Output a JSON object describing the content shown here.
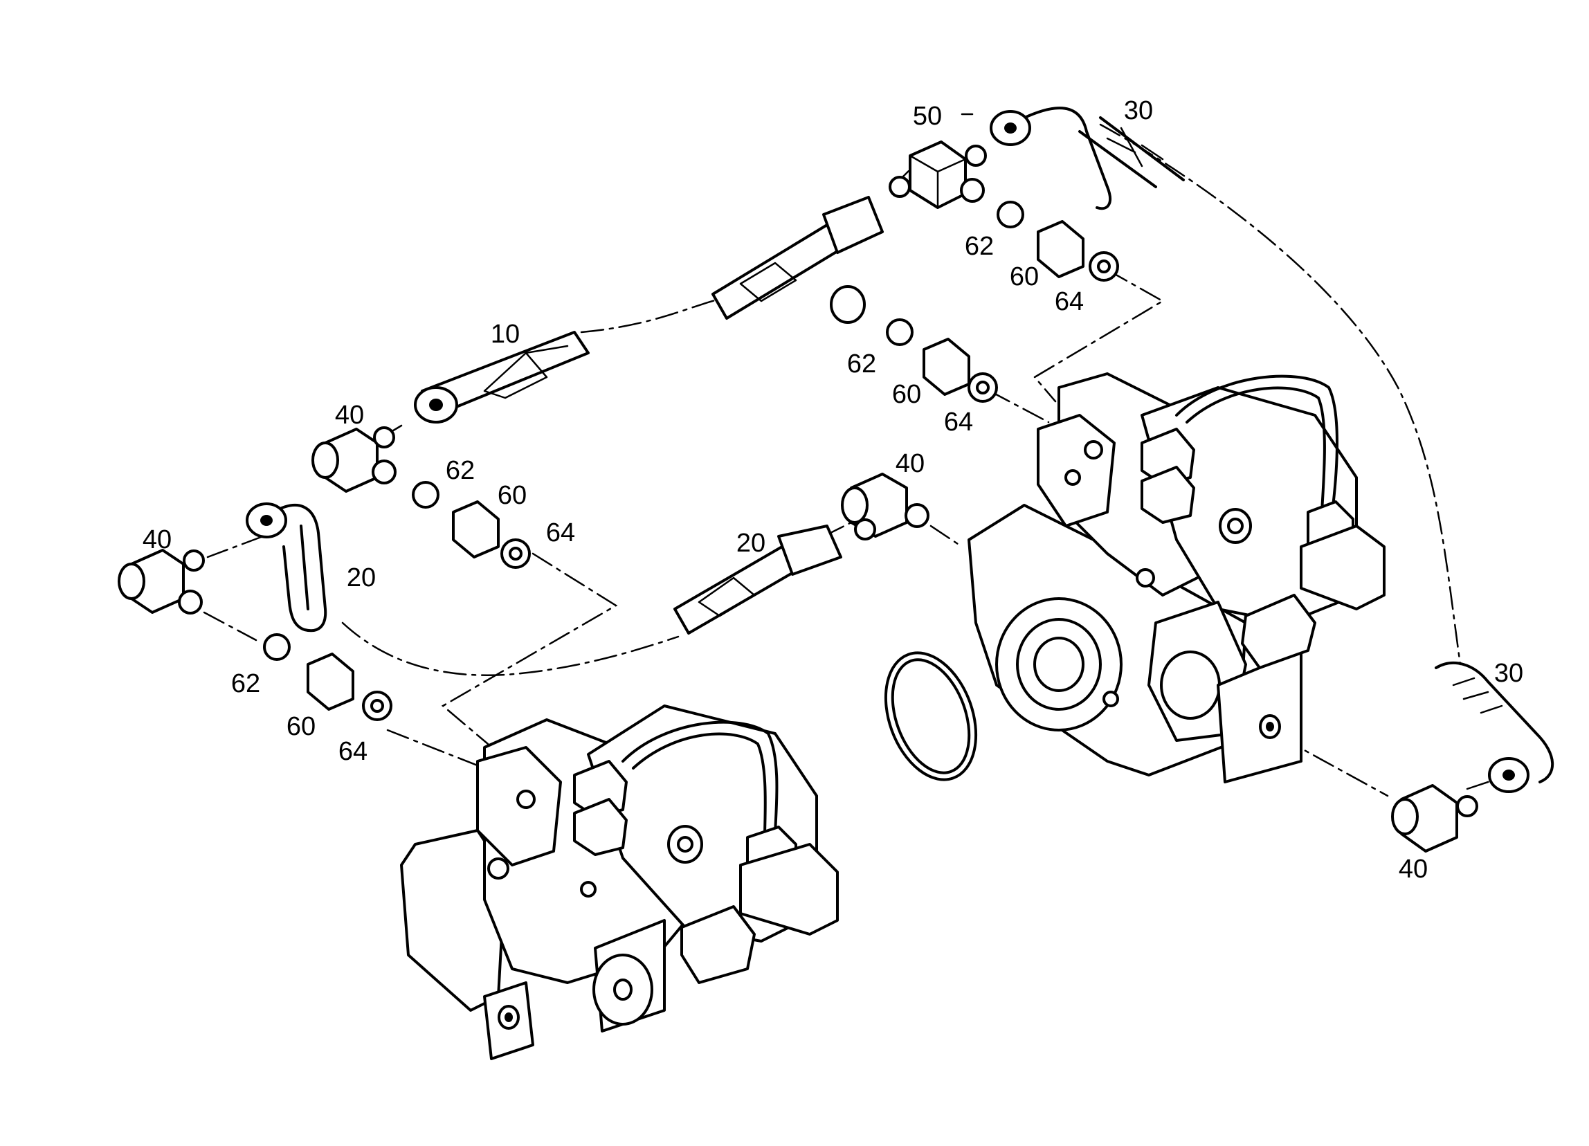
{
  "callouts": [
    {
      "id": "c50",
      "text": "50"
    },
    {
      "id": "c30a",
      "text": "30"
    },
    {
      "id": "c62a",
      "text": "62"
    },
    {
      "id": "c60a",
      "text": "60"
    },
    {
      "id": "c64a",
      "text": "64"
    },
    {
      "id": "c10",
      "text": "10"
    },
    {
      "id": "c62b",
      "text": "62"
    },
    {
      "id": "c60b",
      "text": "60"
    },
    {
      "id": "c64b",
      "text": "64"
    },
    {
      "id": "c40a",
      "text": "40"
    },
    {
      "id": "c62c",
      "text": "62"
    },
    {
      "id": "c60c",
      "text": "60"
    },
    {
      "id": "c64c",
      "text": "64"
    },
    {
      "id": "c40b",
      "text": "40"
    },
    {
      "id": "c20a",
      "text": "20"
    },
    {
      "id": "c40c",
      "text": "40"
    },
    {
      "id": "c20b",
      "text": "20"
    },
    {
      "id": "c62d",
      "text": "62"
    },
    {
      "id": "c60d",
      "text": "60"
    },
    {
      "id": "c64d",
      "text": "64"
    },
    {
      "id": "c30b",
      "text": "30"
    },
    {
      "id": "c40d",
      "text": "40"
    }
  ]
}
